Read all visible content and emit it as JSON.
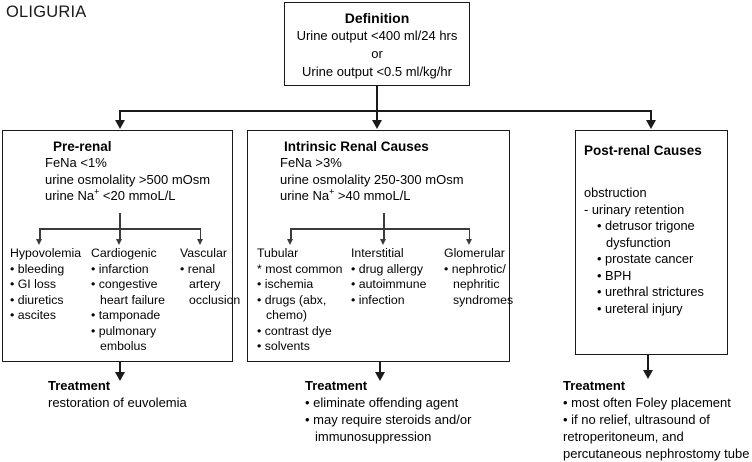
{
  "page_title": "OLIGURIA",
  "definition": {
    "title": "Definition",
    "line1": "Urine output <400 ml/24 hrs",
    "line2": "or",
    "line3": "Urine output <0.5 ml/kg/hr"
  },
  "prerenal": {
    "title": "Pre-renal",
    "criteria": [
      "FeNa <1%",
      "urine osmolality >500 mOsm"
    ],
    "criteria_na_prefix": "urine Na",
    "criteria_na_sup": "+",
    "criteria_na_suffix": " <20 mmoL/L",
    "columns": [
      {
        "title": "Hypovolemia",
        "items": [
          {
            "text": "bleeding",
            "marker": "bullet"
          },
          {
            "text": "GI loss",
            "marker": "bullet"
          },
          {
            "text": "diuretics",
            "marker": "bullet"
          },
          {
            "text": "ascites",
            "marker": "bullet"
          }
        ]
      },
      {
        "title": "Cardiogenic",
        "items": [
          {
            "text": "infarction",
            "marker": "bullet"
          },
          {
            "text": "congestive",
            "marker": "bullet"
          },
          {
            "text": "heart failure",
            "marker": "none"
          },
          {
            "text": "tamponade",
            "marker": "bullet"
          },
          {
            "text": "pulmonary",
            "marker": "bullet"
          },
          {
            "text": "embolus",
            "marker": "none"
          }
        ]
      },
      {
        "title": "Vascular",
        "items": [
          {
            "text": "renal",
            "marker": "bullet"
          },
          {
            "text": "artery",
            "marker": "none"
          },
          {
            "text": "occlusion",
            "marker": "none"
          }
        ]
      }
    ],
    "treatment": {
      "title": "Treatment",
      "lines": [
        {
          "text": "restoration of euvolemia",
          "marker": "none"
        }
      ]
    }
  },
  "intrinsic": {
    "title": "Intrinsic Renal Causes",
    "criteria": [
      "FeNa >3%",
      "urine osmolality 250-300 mOsm"
    ],
    "criteria_na_prefix": "urine Na",
    "criteria_na_sup": "+",
    "criteria_na_suffix": " >40 mmoL/L",
    "columns": [
      {
        "title": "Tubular",
        "items": [
          {
            "text": "most common",
            "marker": "asterisk"
          },
          {
            "text": "ischemia",
            "marker": "bullet"
          },
          {
            "text": "drugs (abx,",
            "marker": "bullet"
          },
          {
            "text": "chemo)",
            "marker": "none"
          },
          {
            "text": "contrast dye",
            "marker": "bullet"
          },
          {
            "text": "solvents",
            "marker": "bullet"
          }
        ]
      },
      {
        "title": "Interstitial",
        "items": [
          {
            "text": "drug allergy",
            "marker": "bullet"
          },
          {
            "text": "autoimmune",
            "marker": "bullet"
          },
          {
            "text": "infection",
            "marker": "bullet"
          }
        ]
      },
      {
        "title": "Glomerular",
        "items": [
          {
            "text": "nephrotic/",
            "marker": "bullet"
          },
          {
            "text": "nephritic",
            "marker": "none"
          },
          {
            "text": "syndromes",
            "marker": "none"
          }
        ]
      }
    ],
    "treatment": {
      "title": "Treatment",
      "lines": [
        {
          "text": "eliminate offending agent",
          "marker": "bullet"
        },
        {
          "text": "may require steroids and/or",
          "marker": "bullet"
        },
        {
          "text": "immunosuppression",
          "marker": "cont"
        }
      ]
    }
  },
  "postrenal": {
    "title": "Post-renal Causes",
    "subtitle": "obstruction",
    "dash_line": "- urinary retention",
    "items": [
      {
        "text": "detrusor trigone",
        "marker": "bullet"
      },
      {
        "text": "dysfunction",
        "marker": "none"
      },
      {
        "text": "prostate cancer",
        "marker": "bullet"
      },
      {
        "text": "BPH",
        "marker": "bullet"
      },
      {
        "text": "urethral strictures",
        "marker": "bullet"
      },
      {
        "text": "ureteral injury",
        "marker": "bullet"
      }
    ],
    "treatment": {
      "title": "Treatment",
      "lines": [
        {
          "text": "most often Foley placement",
          "marker": "bullet"
        },
        {
          "text": "if no relief, ultrasound of",
          "marker": "bullet"
        },
        {
          "text": "retroperitoneum, and",
          "marker": "cont0"
        },
        {
          "text": "percutaneous nephrostomy tube",
          "marker": "cont0"
        }
      ]
    }
  },
  "colors": {
    "stroke": "#1a1a1a",
    "thin_stroke": "#3b3b3b",
    "background": "#ffffff"
  }
}
